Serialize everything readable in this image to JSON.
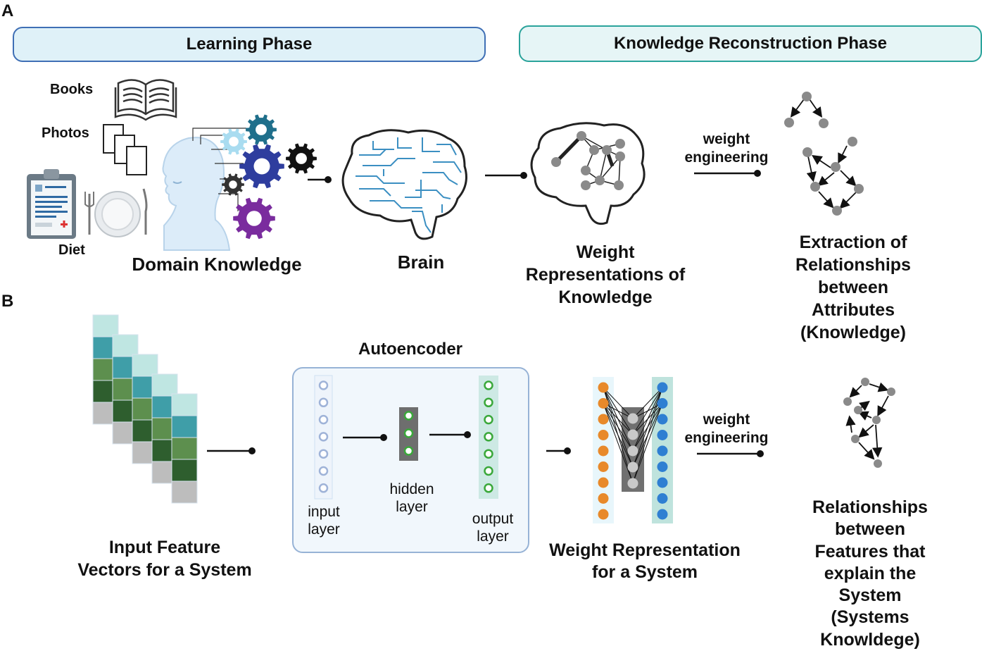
{
  "panels": {
    "a": "A",
    "b": "B"
  },
  "phases": {
    "learning": "Learning Phase",
    "reconstruction": "Knowledge Reconstruction Phase"
  },
  "sources": {
    "books": "Books",
    "photos": "Photos",
    "diet": "Diet"
  },
  "panel_a": {
    "domain_knowledge": "Domain Knowledge",
    "brain": "Brain",
    "weight_repr": "Weight\nRepresentations of\nKnowledge",
    "weight_engineering": "weight\nengineering",
    "extraction": "Extraction of Relationships\nbetween Attributes\n(Knowledge)"
  },
  "panel_b": {
    "input_vectors": "Input Feature\nVectors for a System",
    "autoencoder_title": "Autoencoder",
    "input_layer": "input\nlayer",
    "hidden_layer": "hidden\nlayer",
    "output_layer": "output\nlayer",
    "weight_repr_system": "Weight Representation\nfor a System",
    "weight_engineering": "weight\nengineering",
    "relationships": "Relationships between\nFeatures that explain the\nSystem\n(Systems Knowldege)"
  },
  "colors": {
    "learning_border": "#3f6fb5",
    "learning_fill": "#dff1f8",
    "reconstruction_border": "#2aa39b",
    "reconstruction_fill": "#e6f5f6",
    "node_gray": "#8a8a8a",
    "gear_blue": "#2e3d9e",
    "gear_teal": "#1f6f8b",
    "gear_light": "#a9dcf0",
    "gear_purple": "#7a2c9e",
    "orange_node": "#e8892a",
    "blue_node": "#2f7fd2",
    "green_ring": "#3aa83a",
    "circuit_blue": "#3b8fc2"
  },
  "icons": [
    "book-icon",
    "photos-icon",
    "clipboard-icon",
    "plate-icon",
    "head-icon",
    "gear-icon",
    "brain-icon",
    "graph-icon"
  ]
}
